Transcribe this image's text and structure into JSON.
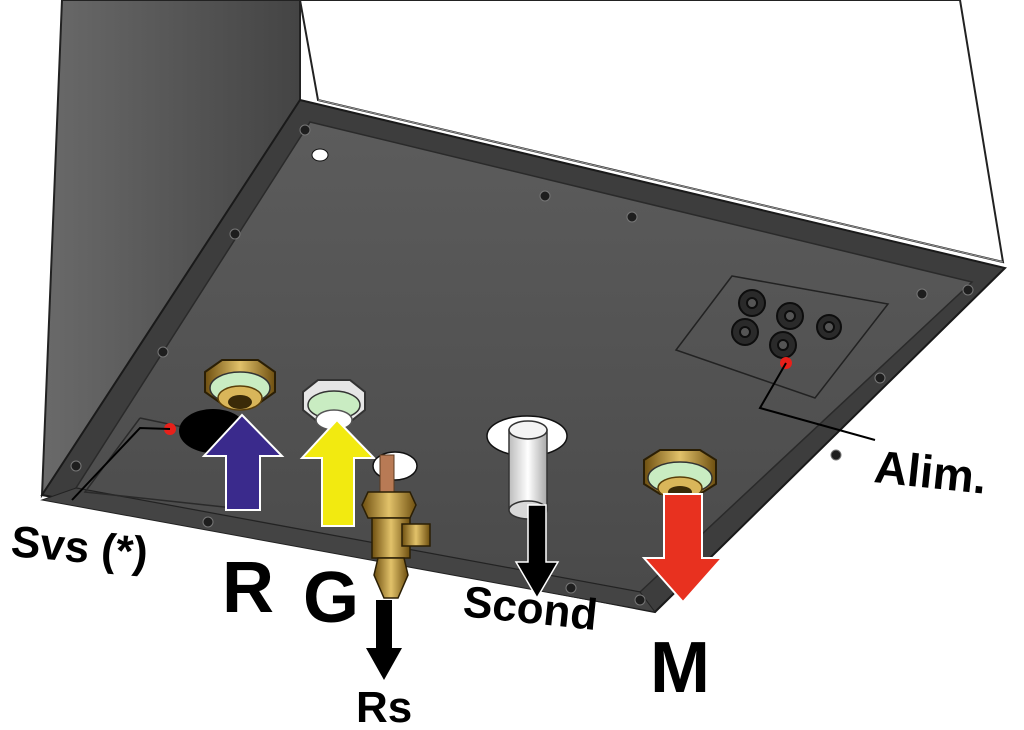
{
  "labels": {
    "svs": "Svs (*)",
    "r": "R",
    "g": "G",
    "rs": "Rs",
    "scond": "Scond",
    "m": "M",
    "alim": "Alim."
  },
  "colors": {
    "panel": "#4f4f4f",
    "panel_edge": "#3a3a3a",
    "side_wall": "#5a5a5a",
    "cabinet_white": "#ffffff",
    "arrow_r": "#3a2a8c",
    "arrow_g": "#f2ea10",
    "arrow_m": "#e8311f",
    "arrow_black": "#000000",
    "marker_red": "#e8201a",
    "brass": "#b8902e",
    "fitting_green": "#c9ecc2"
  }
}
